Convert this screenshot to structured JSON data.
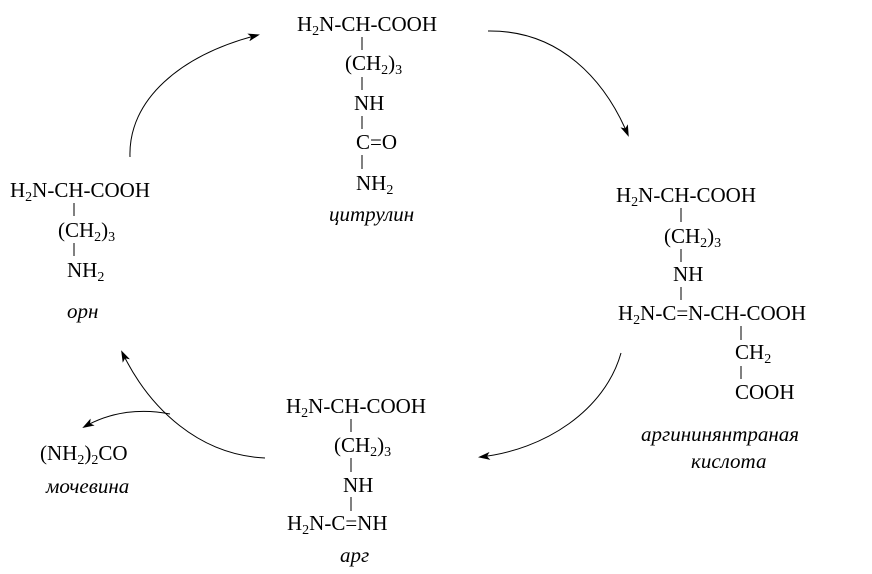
{
  "citrulline": {
    "l1": [
      "H",
      "2",
      "N-CH-COOH"
    ],
    "l2": [
      "(CH",
      "2",
      ")",
      "3"
    ],
    "l3": "NH",
    "l4": "C=O",
    "l5": [
      "NH",
      "2"
    ],
    "name": "цитрулин"
  },
  "ornithine": {
    "l1": [
      "H",
      "2",
      "N-CH-COOH"
    ],
    "l2": [
      "(CH",
      "2",
      ")",
      "3"
    ],
    "l3": [
      "NH",
      "2"
    ],
    "name": "орн"
  },
  "argininosuccinate": {
    "l1": [
      "H",
      "2",
      "N-CH-COOH"
    ],
    "l2": [
      "(CH",
      "2",
      ")",
      "3"
    ],
    "l3": "NH",
    "l4": [
      "H",
      "2",
      "N-C=N-CH-COOH"
    ],
    "l5": [
      "CH",
      "2"
    ],
    "l6": "COOH",
    "name1": "аргининянтраная",
    "name2": "кислота"
  },
  "arginine": {
    "l1": [
      "H",
      "2",
      "N-CH-COOH"
    ],
    "l2": [
      "(CH",
      "2",
      ")",
      "3"
    ],
    "l3": "NH",
    "l4": [
      "H",
      "2",
      "N-C=NH"
    ],
    "name": "арг"
  },
  "urea": {
    "formula": [
      "(NH",
      "2",
      ")",
      "2",
      "CO"
    ],
    "name": "мочевина"
  }
}
